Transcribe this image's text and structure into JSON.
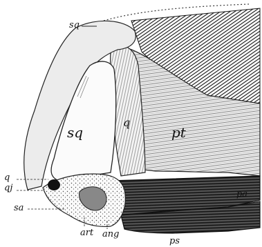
{
  "figure": {
    "labels": {
      "sq_top": "sq",
      "sq_main": "sq",
      "q_mid": "q",
      "pt": "pt",
      "q_left": "q",
      "qj": "qj",
      "sa": "sa",
      "pa": "pa",
      "art": "art",
      "ang": "ang",
      "ps": "ps"
    }
  }
}
